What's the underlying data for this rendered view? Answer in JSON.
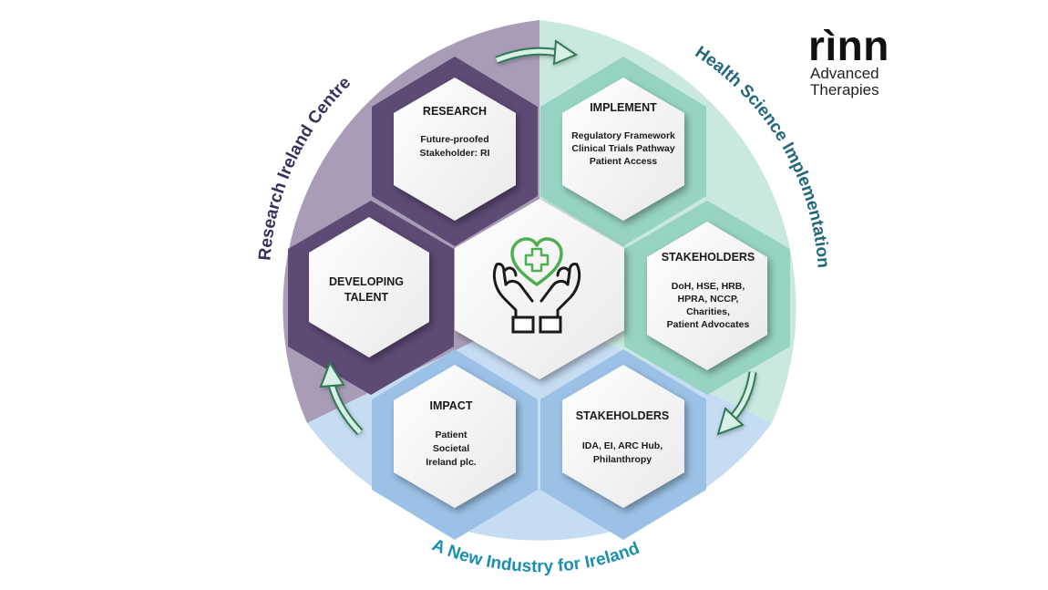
{
  "logo": {
    "brand": "rìnn",
    "line1": "Advanced",
    "line2": "Therapies"
  },
  "arcs": {
    "left": "Research Ireland Centre",
    "right": "Health Science Implementation",
    "bottom": "A New Industry for Ireland"
  },
  "hexes": {
    "research": {
      "title": "RESEARCH",
      "lines": [
        "Future-proofed",
        "Stakeholder: RI"
      ]
    },
    "implement": {
      "title": "IMPLEMENT",
      "lines": [
        "Regulatory Framework",
        "Clinical Trials Pathway",
        "Patient Access"
      ]
    },
    "developing": {
      "title_lines": [
        "DEVELOPING",
        "TALENT"
      ]
    },
    "stakeholders_right": {
      "title": "STAKEHOLDERS",
      "lines": [
        "DoH, HSE, HRB,",
        "HPRA, NCCP,",
        "Charities,",
        "Patient Advocates"
      ]
    },
    "impact": {
      "title": "IMPACT",
      "lines": [
        "Patient",
        "Societal",
        "Ireland plc."
      ]
    },
    "stakeholders_bottom": {
      "title": "STAKEHOLDERS",
      "lines": [
        "IDA, EI, ARC Hub,",
        "Philanthropy"
      ]
    },
    "center": {
      "icon": "hands-heart-cross-icon"
    }
  },
  "colors": {
    "purple": "#a99cb7",
    "purple_dark": "#5d4a75",
    "teal": "#c9e9e0",
    "teal_dark": "#97d3c2",
    "blue": "#c5dcf2",
    "blue_dark": "#9bc1e6",
    "arrow": "#2f7a55",
    "heart": "#4caf50",
    "label_purple": "#3b2f5c",
    "label_teal": "#21677e",
    "label_blue": "#1b8fb0"
  }
}
